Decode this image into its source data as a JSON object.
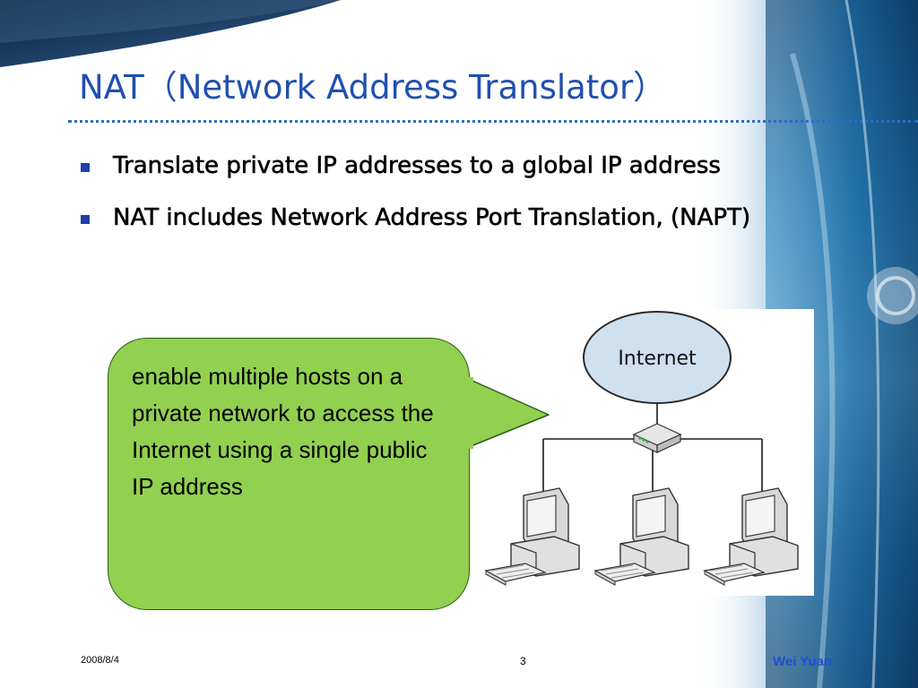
{
  "slide": {
    "title": "NAT（Network Address Translator）",
    "bullets": [
      {
        "text": "Translate private IP addresses to a global IP address"
      },
      {
        "text": "NAT includes Network Address Port Translation, (NAPT)"
      }
    ],
    "callout": {
      "text": "enable multiple hosts on a private network to access the Internet using a single public IP address",
      "color": "#92d050"
    },
    "diagram": {
      "cloud_label": "Internet",
      "hosts": [
        "computer-icon",
        "computer-icon",
        "computer-icon"
      ],
      "router": "router-icon"
    },
    "footer": {
      "date": "2008/8/4",
      "page": "3",
      "author": "Wei Yuan"
    }
  },
  "colors": {
    "title": "#1f4fb0",
    "accent": "#1f3ea8",
    "author": "#1f4fd0",
    "cloud": "#cfe0ee"
  }
}
